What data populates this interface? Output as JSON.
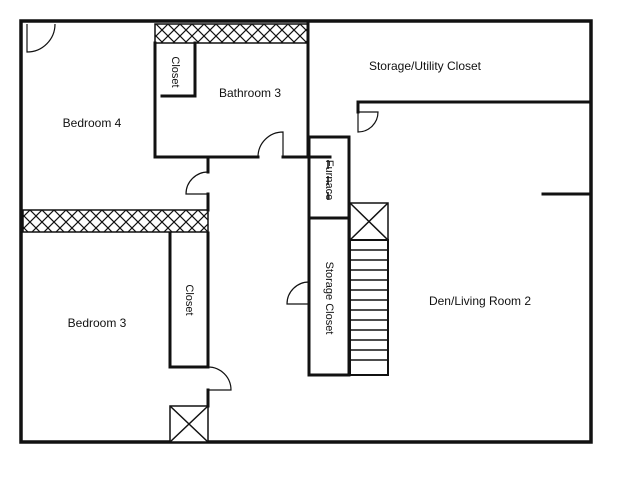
{
  "rooms": {
    "bedroom_4": "Bedroom 4",
    "bathroom_3": "Bathroom 3",
    "bathroom_closet": "Closet",
    "storage_utility_closet": "Storage/Utility Closet",
    "furnace": "Furnace",
    "bedroom_3": "Bedroom 3",
    "bedroom_3_closet": "Closet",
    "storage_closet": "Storage Closet",
    "den_living_room_2": "Den/Living Room 2"
  },
  "colors": {
    "wall": "#111111",
    "background": "#ffffff"
  }
}
